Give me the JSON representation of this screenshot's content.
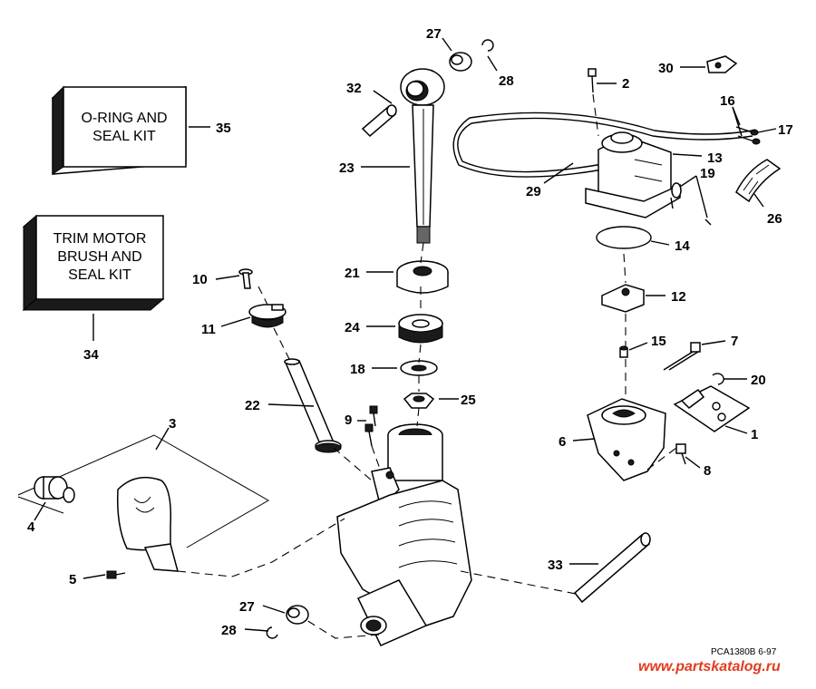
{
  "kits": {
    "seal_kit": {
      "line1": "O-RING AND",
      "line2": "SEAL KIT",
      "number": "35"
    },
    "motor_kit": {
      "line1": "TRIM MOTOR",
      "line2": "BRUSH AND",
      "line3": "SEAL KIT",
      "number": "34"
    }
  },
  "callouts": {
    "c1": "1",
    "c2": "2",
    "c3": "3",
    "c4": "4",
    "c5": "5",
    "c6": "6",
    "c7": "7",
    "c8": "8",
    "c9": "9",
    "c10": "10",
    "c11": "11",
    "c12": "12",
    "c13": "13",
    "c14": "14",
    "c15": "15",
    "c16": "16",
    "c17": "17",
    "c18": "18",
    "c19": "19",
    "c20": "20",
    "c21": "21",
    "c22": "22",
    "c23": "23",
    "c24": "24",
    "c25": "25",
    "c26": "26",
    "c27a": "27",
    "c27b": "27",
    "c28a": "28",
    "c28b": "28",
    "c29": "29",
    "c30": "30",
    "c32": "32",
    "c33": "33"
  },
  "footer": {
    "drawing_code": "PCA1380B  6-97",
    "watermark": "www.partskatalog.ru"
  },
  "colors": {
    "line": "#000000",
    "watermark": "#e23b1e"
  }
}
